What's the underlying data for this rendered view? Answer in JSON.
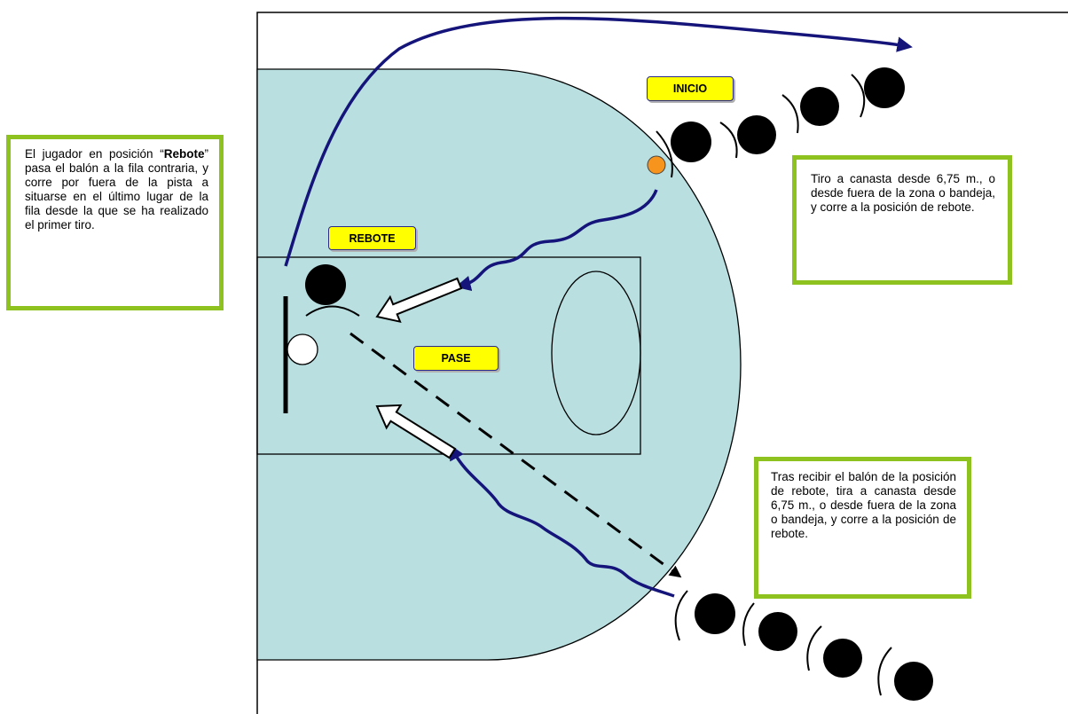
{
  "labels": {
    "inicio": "INICIO",
    "rebote": "REBOTE",
    "pase": "PASE"
  },
  "notes": {
    "left": {
      "text_before": "El jugador en posición “",
      "bold": "Rebote",
      "text_after": "” pasa el balón a la fila contraria, y corre por fuera de la pista a situarse en el último lugar de la fila desde la que se ha realizado el primer tiro."
    },
    "right_top": "Tiro a canasta desde 6,75 m., o desde fuera de la zona o bandeja, y corre a la posición de rebote.",
    "right_bottom": "Tras recibir el balón de la posición de rebote, tira a canasta desde 6,75 m., o desde fuera de la zona o bandeja, y corre a la posición de rebote."
  },
  "colors": {
    "court_fill": "#b9dfe1",
    "note_border": "#8dc21f",
    "label_fill": "#ffff00",
    "arrow_blue": "#14147a",
    "ball": "#f7941d",
    "player": "#000000"
  }
}
